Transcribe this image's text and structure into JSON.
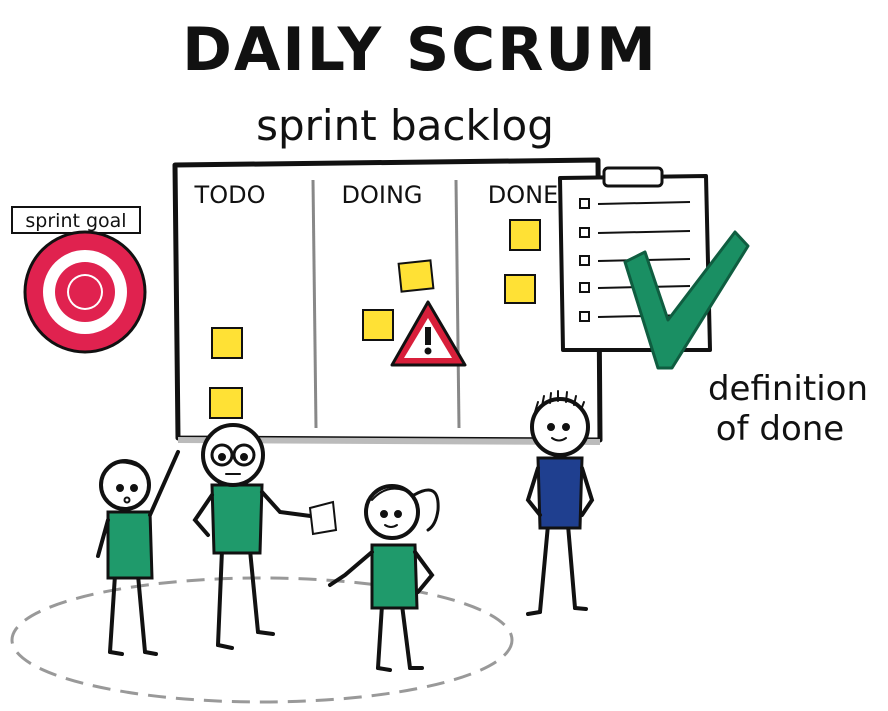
{
  "title": "DAILY SCRUM",
  "subtitle": "sprint backlog",
  "board": {
    "columns": [
      "TODO",
      "DOING",
      "DONE"
    ]
  },
  "sprint_goal": {
    "label": "sprint goal",
    "icon": "target-icon"
  },
  "definition_of_done": {
    "line1": "definition",
    "line2": "of done",
    "icon": "checklist-clipboard-icon"
  },
  "colors": {
    "sticky_note": "#ffe135",
    "target_red": "#e0224f",
    "checkmark_green": "#1a8f63",
    "shirt_green": "#1f9a6b",
    "shirt_blue": "#1f3f8f",
    "warning_red": "#d81f3a"
  }
}
